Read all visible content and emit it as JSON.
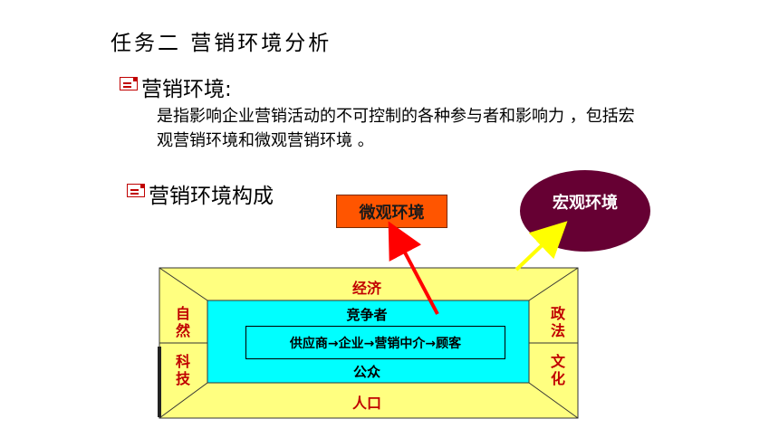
{
  "title": "任务二  营销环境分析",
  "section1": {
    "icon": "note-icon",
    "heading": "营销环境:",
    "text": "是指影响企业营销活动的不可控制的各种参与者和影响力 ，包括宏观营销环境和微观营销环境 。"
  },
  "section2": {
    "icon": "note-icon",
    "heading": "营销环境构成"
  },
  "diagram": {
    "micro": "微观环境",
    "macro": "宏观环境",
    "outer": {
      "top": "经济",
      "bottom": "人口",
      "left_top": "自然",
      "left_bottom": "科技",
      "right_top": "政法",
      "right_bottom": "文化"
    },
    "inner": {
      "top": "竞争者",
      "bottom": "公众",
      "chain": "供应商→企业→营销中介→顾客"
    },
    "colors": {
      "outer_fill": "#ffff80",
      "inner_fill": "#00ffff",
      "micro_box": "#ff5500",
      "macro_ellipse": "#660033",
      "arrow_micro": "#ff0000",
      "arrow_macro": "#ffff00"
    }
  }
}
